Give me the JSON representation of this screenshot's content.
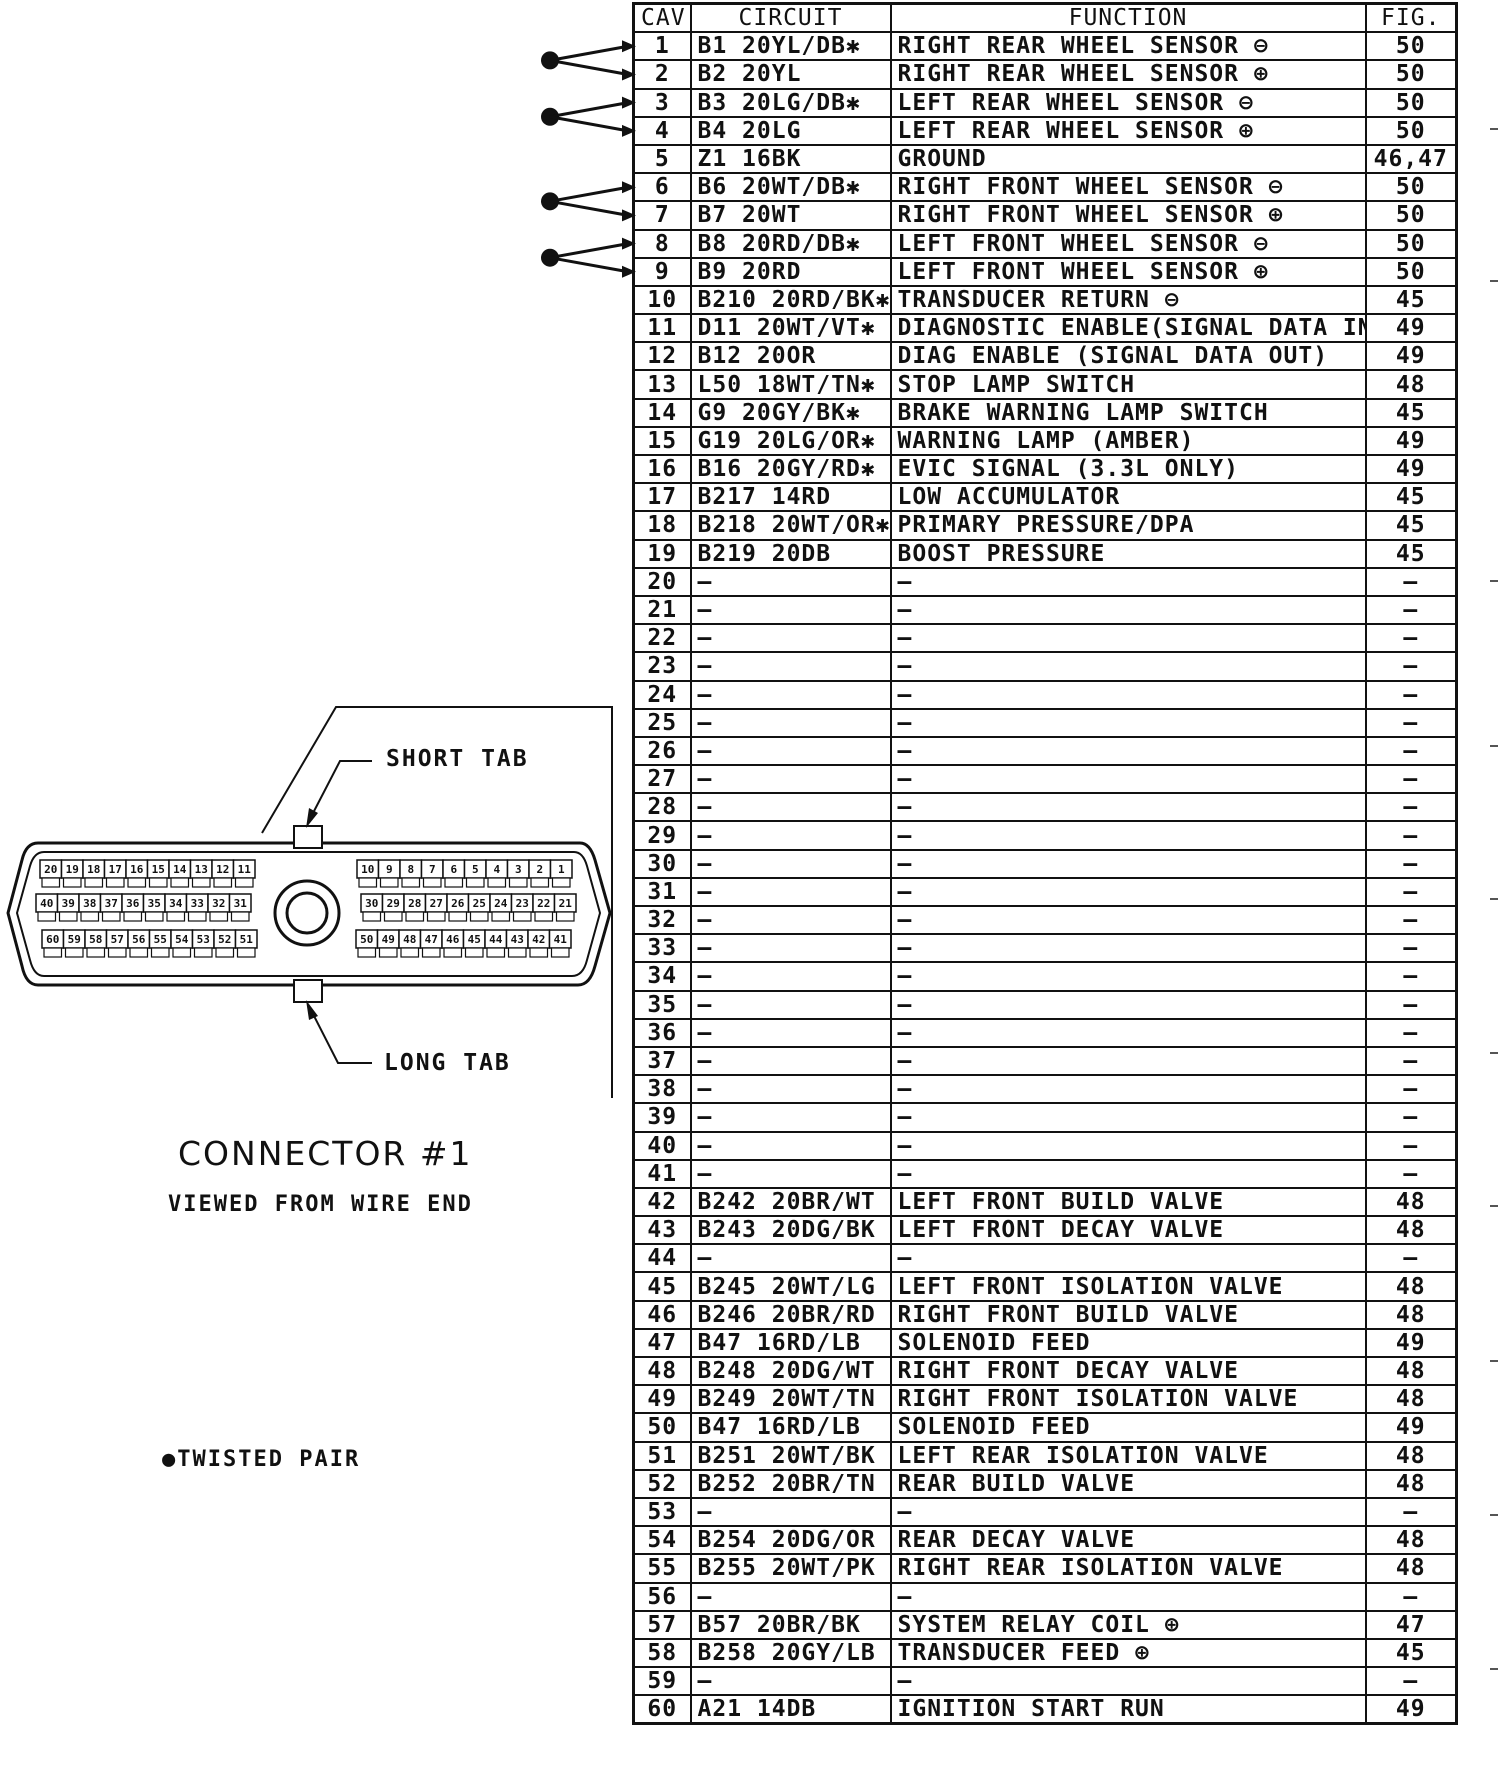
{
  "table": {
    "headers": {
      "cav": "CAV",
      "circuit": "CIRCUIT",
      "function": "FUNCTION",
      "fig": "FIG."
    },
    "rows": [
      {
        "cav": "1",
        "circuit": "B1 20YL/DB✱",
        "function": "RIGHT REAR WHEEL SENSOR ⊖",
        "fig": "50"
      },
      {
        "cav": "2",
        "circuit": "B2 20YL",
        "function": "RIGHT REAR WHEEL SENSOR ⊕",
        "fig": "50"
      },
      {
        "cav": "3",
        "circuit": "B3 20LG/DB✱",
        "function": "LEFT REAR WHEEL SENSOR ⊖",
        "fig": "50"
      },
      {
        "cav": "4",
        "circuit": "B4 20LG",
        "function": "LEFT REAR WHEEL SENSOR ⊕",
        "fig": "50"
      },
      {
        "cav": "5",
        "circuit": "Z1 16BK",
        "function": "GROUND",
        "fig": "46,47"
      },
      {
        "cav": "6",
        "circuit": "B6 20WT/DB✱",
        "function": "RIGHT FRONT WHEEL SENSOR ⊖",
        "fig": "50"
      },
      {
        "cav": "7",
        "circuit": "B7 20WT",
        "function": "RIGHT FRONT WHEEL SENSOR ⊕",
        "fig": "50"
      },
      {
        "cav": "8",
        "circuit": "B8 20RD/DB✱",
        "function": "LEFT FRONT WHEEL SENSOR ⊖",
        "fig": "50"
      },
      {
        "cav": "9",
        "circuit": "B9 20RD",
        "function": "LEFT FRONT WHEEL SENSOR ⊕",
        "fig": "50"
      },
      {
        "cav": "10",
        "circuit": "B210 20RD/BK✱",
        "function": "TRANSDUCER RETURN ⊖",
        "fig": "45"
      },
      {
        "cav": "11",
        "circuit": "D11 20WT/VT✱",
        "function": "DIAGNOSTIC ENABLE(SIGNAL DATA IN)",
        "fig": "49"
      },
      {
        "cav": "12",
        "circuit": "B12 20OR",
        "function": "DIAG ENABLE (SIGNAL DATA OUT)",
        "fig": "49"
      },
      {
        "cav": "13",
        "circuit": "L50 18WT/TN✱",
        "function": "STOP LAMP SWITCH",
        "fig": "48"
      },
      {
        "cav": "14",
        "circuit": "G9 20GY/BK✱",
        "function": "BRAKE WARNING LAMP SWITCH",
        "fig": "45"
      },
      {
        "cav": "15",
        "circuit": "G19 20LG/OR✱",
        "function": "WARNING LAMP (AMBER)",
        "fig": "49"
      },
      {
        "cav": "16",
        "circuit": "B16 20GY/RD✱",
        "function": "EVIC SIGNAL (3.3L ONLY)",
        "fig": "49"
      },
      {
        "cav": "17",
        "circuit": "B217 14RD",
        "function": "LOW ACCUMULATOR",
        "fig": "45"
      },
      {
        "cav": "18",
        "circuit": "B218 20WT/OR✱",
        "function": "PRIMARY PRESSURE/DPA",
        "fig": "45"
      },
      {
        "cav": "19",
        "circuit": "B219 20DB",
        "function": "BOOST PRESSURE",
        "fig": "45"
      },
      {
        "cav": "20",
        "circuit": "—",
        "function": "—",
        "fig": "—"
      },
      {
        "cav": "21",
        "circuit": "—",
        "function": "—",
        "fig": "—"
      },
      {
        "cav": "22",
        "circuit": "—",
        "function": "—",
        "fig": "—"
      },
      {
        "cav": "23",
        "circuit": "—",
        "function": "—",
        "fig": "—"
      },
      {
        "cav": "24",
        "circuit": "—",
        "function": "—",
        "fig": "—"
      },
      {
        "cav": "25",
        "circuit": "—",
        "function": "—",
        "fig": "—"
      },
      {
        "cav": "26",
        "circuit": "—",
        "function": "—",
        "fig": "—"
      },
      {
        "cav": "27",
        "circuit": "—",
        "function": "—",
        "fig": "—"
      },
      {
        "cav": "28",
        "circuit": "—",
        "function": "—",
        "fig": "—"
      },
      {
        "cav": "29",
        "circuit": "—",
        "function": "—",
        "fig": "—"
      },
      {
        "cav": "30",
        "circuit": "—",
        "function": "—",
        "fig": "—"
      },
      {
        "cav": "31",
        "circuit": "—",
        "function": "—",
        "fig": "—"
      },
      {
        "cav": "32",
        "circuit": "—",
        "function": "—",
        "fig": "—"
      },
      {
        "cav": "33",
        "circuit": "—",
        "function": "—",
        "fig": "—"
      },
      {
        "cav": "34",
        "circuit": "—",
        "function": "—",
        "fig": "—"
      },
      {
        "cav": "35",
        "circuit": "—",
        "function": "—",
        "fig": "—"
      },
      {
        "cav": "36",
        "circuit": "—",
        "function": "—",
        "fig": "—"
      },
      {
        "cav": "37",
        "circuit": "—",
        "function": "—",
        "fig": "—"
      },
      {
        "cav": "38",
        "circuit": "—",
        "function": "—",
        "fig": "—"
      },
      {
        "cav": "39",
        "circuit": "—",
        "function": "—",
        "fig": "—"
      },
      {
        "cav": "40",
        "circuit": "—",
        "function": "—",
        "fig": "—"
      },
      {
        "cav": "41",
        "circuit": "—",
        "function": "—",
        "fig": "—"
      },
      {
        "cav": "42",
        "circuit": "B242 20BR/WT",
        "function": "LEFT FRONT BUILD VALVE",
        "fig": "48"
      },
      {
        "cav": "43",
        "circuit": "B243 20DG/BK",
        "function": "LEFT FRONT DECAY VALVE",
        "fig": "48"
      },
      {
        "cav": "44",
        "circuit": "—",
        "function": "—",
        "fig": "—"
      },
      {
        "cav": "45",
        "circuit": "B245 20WT/LG",
        "function": "LEFT FRONT ISOLATION VALVE",
        "fig": "48"
      },
      {
        "cav": "46",
        "circuit": "B246 20BR/RD",
        "function": "RIGHT FRONT BUILD VALVE",
        "fig": "48"
      },
      {
        "cav": "47",
        "circuit": "B47 16RD/LB",
        "function": "SOLENOID FEED",
        "fig": "49"
      },
      {
        "cav": "48",
        "circuit": "B248 20DG/WT",
        "function": "RIGHT FRONT DECAY VALVE",
        "fig": "48"
      },
      {
        "cav": "49",
        "circuit": "B249 20WT/TN",
        "function": "RIGHT FRONT ISOLATION VALVE",
        "fig": "48"
      },
      {
        "cav": "50",
        "circuit": "B47 16RD/LB",
        "function": "SOLENOID FEED",
        "fig": "49"
      },
      {
        "cav": "51",
        "circuit": "B251 20WT/BK",
        "function": "LEFT REAR ISOLATION VALVE",
        "fig": "48"
      },
      {
        "cav": "52",
        "circuit": "B252 20BR/TN",
        "function": "REAR BUILD VALVE",
        "fig": "48"
      },
      {
        "cav": "53",
        "circuit": "—",
        "function": "—",
        "fig": "—"
      },
      {
        "cav": "54",
        "circuit": "B254 20DG/OR",
        "function": "REAR DECAY VALVE",
        "fig": "48"
      },
      {
        "cav": "55",
        "circuit": "B255 20WT/PK",
        "function": "RIGHT REAR ISOLATION VALVE",
        "fig": "48"
      },
      {
        "cav": "56",
        "circuit": "—",
        "function": "—",
        "fig": "—"
      },
      {
        "cav": "57",
        "circuit": "B57 20BR/BK",
        "function": "SYSTEM RELAY COIL ⊕",
        "fig": "47"
      },
      {
        "cav": "58",
        "circuit": "B258 20GY/LB",
        "function": "TRANSDUCER FEED ⊕",
        "fig": "45"
      },
      {
        "cav": "59",
        "circuit": "—",
        "function": "—",
        "fig": "—"
      },
      {
        "cav": "60",
        "circuit": "A21 14DB",
        "function": "IGNITION START RUN",
        "fig": "49"
      }
    ]
  },
  "connector": {
    "short_tab_label": "SHORT TAB",
    "long_tab_label": "LONG TAB",
    "title": "CONNECTOR #1",
    "subtitle": "VIEWED FROM WIRE END",
    "legend": "●TWISTED PAIR",
    "twisted_pairs": [
      [
        1,
        2
      ],
      [
        3,
        4
      ],
      [
        6,
        7
      ],
      [
        8,
        9
      ]
    ],
    "pin_labels": {
      "left_top": [
        "20",
        "19",
        "18",
        "17",
        "16",
        "15",
        "14",
        "13",
        "12",
        "11"
      ],
      "left_middle": [
        "40",
        "39",
        "38",
        "37",
        "36",
        "35",
        "34",
        "33",
        "32",
        "31"
      ],
      "left_bottom": [
        "60",
        "59",
        "58",
        "57",
        "56",
        "55",
        "54",
        "53",
        "52",
        "51"
      ],
      "right_top": [
        "10",
        "9",
        "8",
        "7",
        "6",
        "5",
        "4",
        "3",
        "2",
        "1"
      ],
      "right_middle": [
        "30",
        "29",
        "28",
        "27",
        "26",
        "25",
        "24",
        "23",
        "22",
        "21"
      ],
      "right_bottom": [
        "50",
        "49",
        "48",
        "47",
        "46",
        "45",
        "44",
        "43",
        "42",
        "41"
      ]
    }
  },
  "colors": {
    "ink": "#111111",
    "paper": "#ffffff"
  }
}
